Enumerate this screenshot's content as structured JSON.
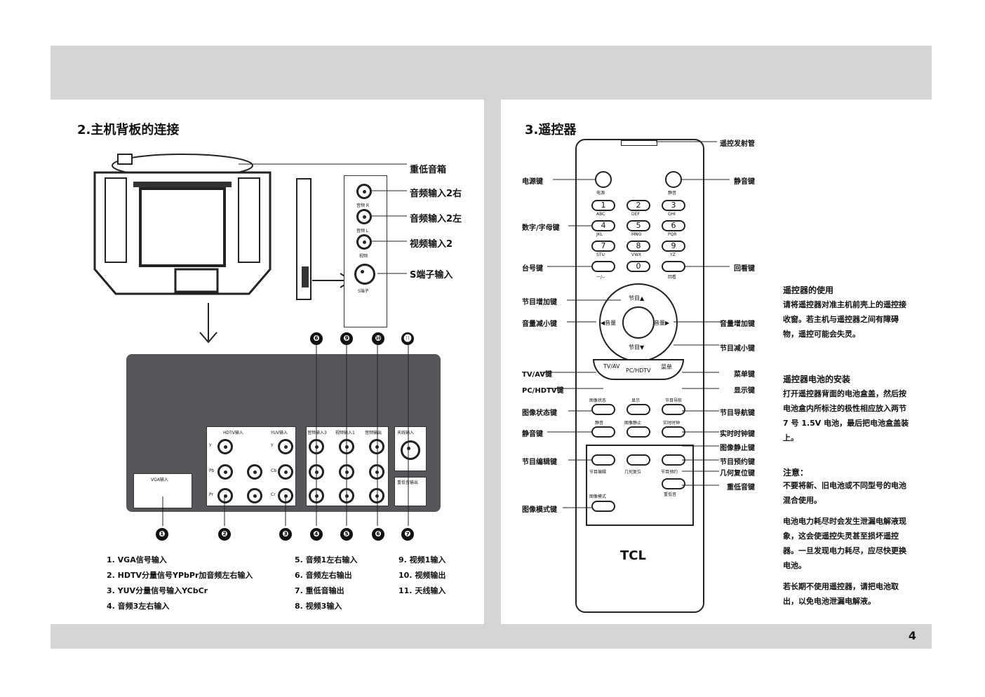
{
  "left": {
    "title": "2.主机背板的连接",
    "side_labels": [
      "重低音箱",
      "音频输入2右",
      "音频输入2左",
      "视频输入2",
      "S端子输入"
    ],
    "side_panel_small": [
      "音频 R",
      "音频 L",
      "视频",
      "S端子"
    ],
    "callout_numbers_top": [
      "❻",
      "❾",
      "❿",
      "⓫"
    ],
    "callout_numbers_bottom": [
      "❶",
      "❷",
      "❸",
      "❹",
      "❺",
      "❻",
      "❼"
    ],
    "panel_headers": [
      "HDTV输入",
      "YUV输入",
      "音频输入3",
      "视频输入1",
      "音频输出",
      "天线输入",
      "VGA输入",
      "重低音输出"
    ],
    "jack_letters": [
      "Y",
      "Pb",
      "Pr",
      "Y",
      "Cb",
      "Cr"
    ],
    "list_col1": [
      "1. VGA信号输入",
      "2. HDTV分量信号YPbPr加音频左右输入",
      "3. YUV分量信号输入YCbCr",
      "4. 音频3左右输入"
    ],
    "list_col2": [
      "5. 音频1左右输入",
      "6. 音频左右输出",
      "7. 重低音输出",
      "8. 视频3输入"
    ],
    "list_col3": [
      "9. 视频1输入",
      "10. 视频输出",
      "11. 天线输入"
    ]
  },
  "right": {
    "title": "3.遥控器",
    "labels_left": [
      "电源键",
      "数字/字母键",
      "台号键",
      "节目增加键",
      "音量减小键",
      "TV/AV键",
      "PC/HDTV键",
      "图像状态键",
      "静音键",
      "节目编辑键",
      "图像模式键"
    ],
    "labels_right": [
      "遥控发射管",
      "静音键",
      "回看键",
      "音量增加键",
      "节目减小键",
      "菜单键",
      "显示键",
      "节目导航键",
      "实时时钟键",
      "图像静止键",
      "节目预约键",
      "几何复位键",
      "重低音键"
    ],
    "remote_small": [
      "电源",
      "静音",
      "一/--",
      "回看",
      "节目▲",
      "节目▼",
      "◀音量",
      "音量▶",
      "TV/AV",
      "PC/HDTV",
      "菜单",
      "图像状态",
      "显示",
      "节目导航",
      "静音",
      "图像静止",
      "实时时钟",
      "节目编辑",
      "几何复位",
      "节目预约",
      "重低音",
      "图像模式"
    ],
    "brand": "TCL",
    "keys": [
      "1",
      "2",
      "3",
      "4",
      "5",
      "6",
      "7",
      "8",
      "9",
      "0"
    ],
    "key_letters": [
      "ABC",
      "DEF",
      "GHI",
      "JKL",
      "MNO",
      "PQR",
      "STU",
      "VWX",
      "YZ"
    ],
    "usage_title": "遥控器的使用",
    "usage_text": "请将遥控器对准主机前壳上的遥控接收窗。若主机与遥控器之间有障碍物，遥控可能会失灵。",
    "battery_title": "遥控器电池的安装",
    "battery_text": "打开遥控器背面的电池盒盖，然后按电池盒内所标注的极性相应放入两节 7 号 1.5V 电池，最后把电池盒盖装上。",
    "note_title": "注意：",
    "note1": "不要将新、旧电池或不同型号的电池混合使用。",
    "note2": "电池电力耗尽时会发生泄漏电解液现象，这会使遥控失灵甚至损坏遥控器。一旦发现电力耗尽，应尽快更换电池。",
    "note3": "若长期不使用遥控器，请把电池取出，以免电池泄漏电解液。"
  },
  "page_number": "4"
}
